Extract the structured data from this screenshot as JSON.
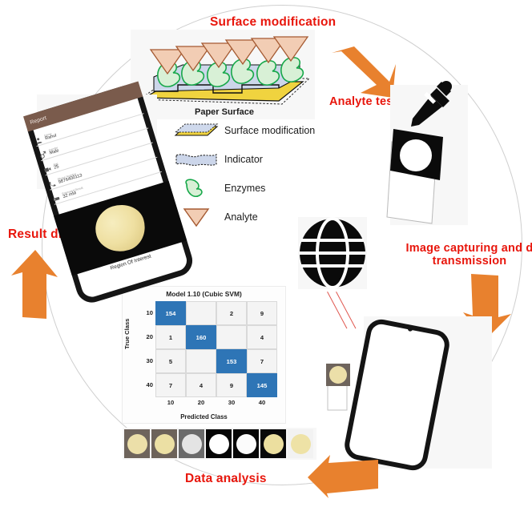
{
  "figure": {
    "type": "workflow-cycle-diagram",
    "description": "Paper-based colorimetric biosensor workflow"
  },
  "stages": [
    {
      "id": "surface-modification",
      "label": "Surface modification"
    },
    {
      "id": "analyte-testing",
      "label": "Analyte testing"
    },
    {
      "id": "image-capturing",
      "label": "Image capturing and d\ntransmission"
    },
    {
      "id": "data-analysis",
      "label": "Data analysis"
    },
    {
      "id": "result-display",
      "label": "Result display"
    }
  ],
  "schematic": {
    "surface_label": "Paper Surface",
    "analyte_count": 6,
    "colors": {
      "analyte": "#f2cdb4",
      "analyte_stroke": "#a55a32",
      "enzyme": "#d8f0d6",
      "enzyme_stroke": "#17a84a",
      "indicator": "#ccd6ea",
      "paper": "#f0d33f"
    }
  },
  "legend": {
    "items": [
      {
        "icon": "surface-modification-swatch",
        "label": "Surface modification"
      },
      {
        "icon": "indicator-swatch",
        "label": "Indicator"
      },
      {
        "icon": "enzyme-swatch",
        "label": "Enzymes"
      },
      {
        "icon": "analyte-swatch",
        "label": "Analyte"
      }
    ]
  },
  "phone_left": {
    "app_title": "Report",
    "fields": [
      {
        "icon": "person-icon",
        "label": "Name",
        "value": "Rahul"
      },
      {
        "icon": "gender-icon",
        "label": "Gender",
        "value": "Male"
      },
      {
        "icon": "age-icon",
        "label": "Age",
        "value": "25"
      },
      {
        "icon": "phone-icon",
        "label": "Phone Number",
        "value": "9876400113"
      },
      {
        "icon": "result-icon",
        "label": "Estimated Result",
        "value": "32 mM"
      }
    ],
    "roi_caption": "Region Of Interest"
  },
  "icons": {
    "dropper": "dropper-icon",
    "globe": "globe-icon",
    "slide": "glass-slide-icon"
  },
  "chart_data": {
    "type": "heatmap",
    "subtype": "confusion-matrix",
    "title": "Model 1.10 (Cubic SVM)",
    "xlabel": "Predicted Class",
    "ylabel": "True Class",
    "categories": [
      "10",
      "20",
      "30",
      "40"
    ],
    "row_labels": [
      "10",
      "20",
      "30",
      "40"
    ],
    "col_labels": [
      "10",
      "20",
      "30",
      "40"
    ],
    "matrix": [
      [
        154,
        null,
        2,
        9
      ],
      [
        1,
        160,
        null,
        4
      ],
      [
        5,
        null,
        153,
        7
      ],
      [
        7,
        4,
        9,
        145
      ]
    ],
    "diagonal_color": "#2e75b6",
    "offdiagonal_color": "#f4f4f4",
    "legend": "none",
    "grid": true
  },
  "sample_strip": {
    "swatches": [
      {
        "spot": "#ecdfa9",
        "bg": "#6e645c"
      },
      {
        "spot": "#ece0a4",
        "bg": "#6c6259"
      },
      {
        "spot": "#e4e4e4",
        "bg": "#6a6a6a"
      },
      {
        "spot": "#ffffff",
        "bg": "#050505"
      },
      {
        "spot": "#fbfbfb",
        "bg": "#060606"
      },
      {
        "spot": "#ecdf9f",
        "bg": "#090909"
      },
      {
        "spot": "#eee2a6",
        "bg": "#f2f2f2"
      }
    ]
  },
  "colors": {
    "arrow_orange": "#e8812e",
    "caption_red": "#e8160c",
    "accent_blue": "#2e75b6",
    "ring": "#cfcfcf"
  }
}
